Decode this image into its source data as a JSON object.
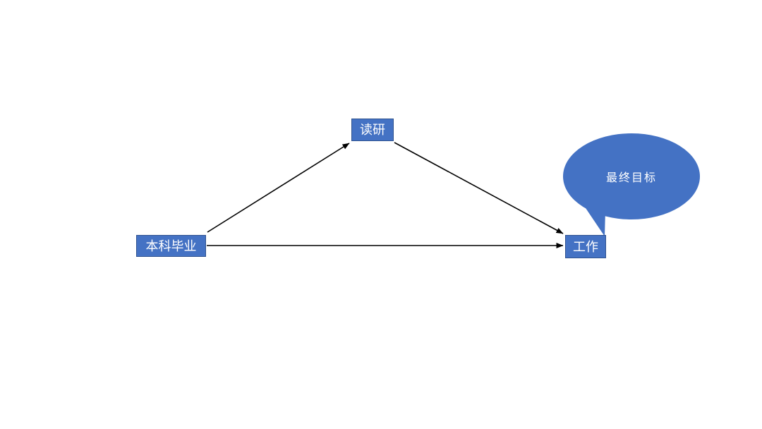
{
  "canvas": {
    "background": "#ffffff"
  },
  "colors": {
    "canvas_bg": "#ffffff",
    "shape_fill": "#4472C4",
    "shape_border": "#2F528F",
    "arrow": "#000000",
    "label_text": "#ffffff"
  },
  "diagram": {
    "nodes": [
      {
        "id": "undergrad-graduation",
        "label": "本科毕业"
      },
      {
        "id": "grad-school",
        "label": "读研"
      },
      {
        "id": "work",
        "label": "工作"
      }
    ],
    "callout": {
      "label": "最终目标"
    },
    "connectors": [
      {
        "from": "本科毕业",
        "to": "读研"
      },
      {
        "from": "读研",
        "to": "工作"
      },
      {
        "from": "本科毕业",
        "to": "工作"
      }
    ]
  }
}
